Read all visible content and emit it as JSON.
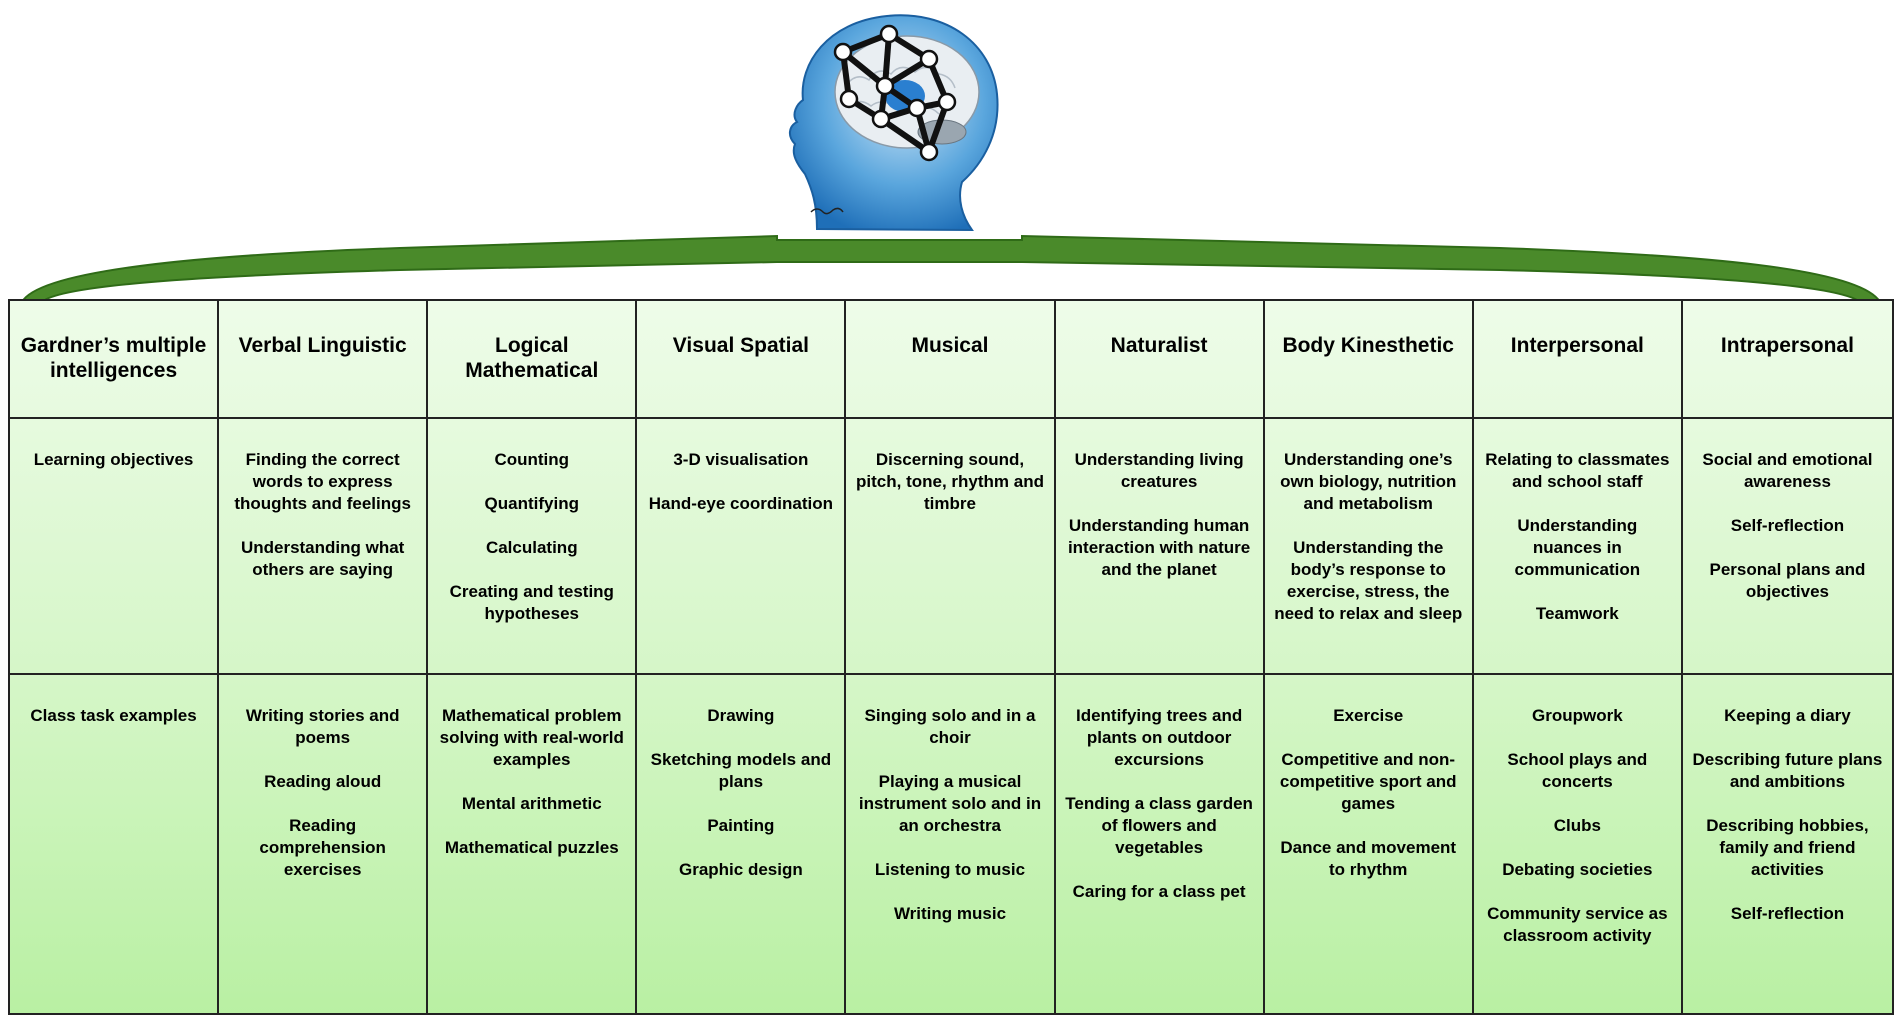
{
  "header_row": [
    "Gardner’s multiple intelligences",
    "Verbal Linguistic",
    "Logical Mathematical",
    "Visual Spatial",
    "Musical",
    "Naturalist",
    "Body Kinesthetic",
    "Interpersonal",
    "Intrapersonal"
  ],
  "rows": [
    {
      "label": "Learning objectives",
      "cells": [
        [
          "Finding the correct words to express thoughts and feelings",
          "Understanding what others are saying"
        ],
        [
          "Counting",
          "Quantifying",
          "Calculating",
          "Creating and testing hypotheses"
        ],
        [
          "3-D visualisation",
          "Hand-eye coordination"
        ],
        [
          "Discerning sound, pitch, tone, rhythm and timbre"
        ],
        [
          "Understanding living creatures",
          "Understanding human interaction with nature and the planet"
        ],
        [
          "Understanding one’s own biology, nutrition and metabolism",
          "Understanding the body’s response to exercise, stress, the need to relax and sleep"
        ],
        [
          "Relating to classmates and school staff",
          "Understanding nuances in communication",
          "Teamwork"
        ],
        [
          "Social and emotional awareness",
          "Self-reflection",
          "Personal plans and objectives"
        ]
      ]
    },
    {
      "label": "Class task examples",
      "cells": [
        [
          "Writing stories and poems",
          "Reading aloud",
          "Reading comprehension exercises"
        ],
        [
          "Mathematical problem solving with real-world examples",
          "Mental arithmetic",
          "Mathematical puzzles"
        ],
        [
          "Drawing",
          "Sketching models and plans",
          "Painting",
          "Graphic design"
        ],
        [
          "Singing solo and in a choir",
          "Playing a musical instrument solo and in an orchestra",
          "Listening to music",
          "Writing music"
        ],
        [
          "Identifying trees and plants on outdoor excursions",
          "Tending a class garden of flowers and vegetables",
          "Caring for a class pet"
        ],
        [
          "Exercise",
          "Competitive and non-competitive sport and games",
          "Dance and movement to rhythm"
        ],
        [
          "Groupwork",
          "School plays and concerts",
          "Clubs",
          "Debating societies",
          "Community service as classroom activity"
        ],
        [
          "Keeping a diary",
          "Describing future plans and ambitions",
          "Describing hobbies, family and friend activities",
          "Self-reflection"
        ]
      ]
    }
  ],
  "colors": {
    "arch": "#4a8a2a",
    "arch_dark": "#2f6b17",
    "table_top": "#eefce9",
    "table_bottom": "#b9f0a3",
    "border": "#222222",
    "head_blue": "#2f86d1"
  },
  "icons": [
    "brain-network-illustration-icon"
  ]
}
